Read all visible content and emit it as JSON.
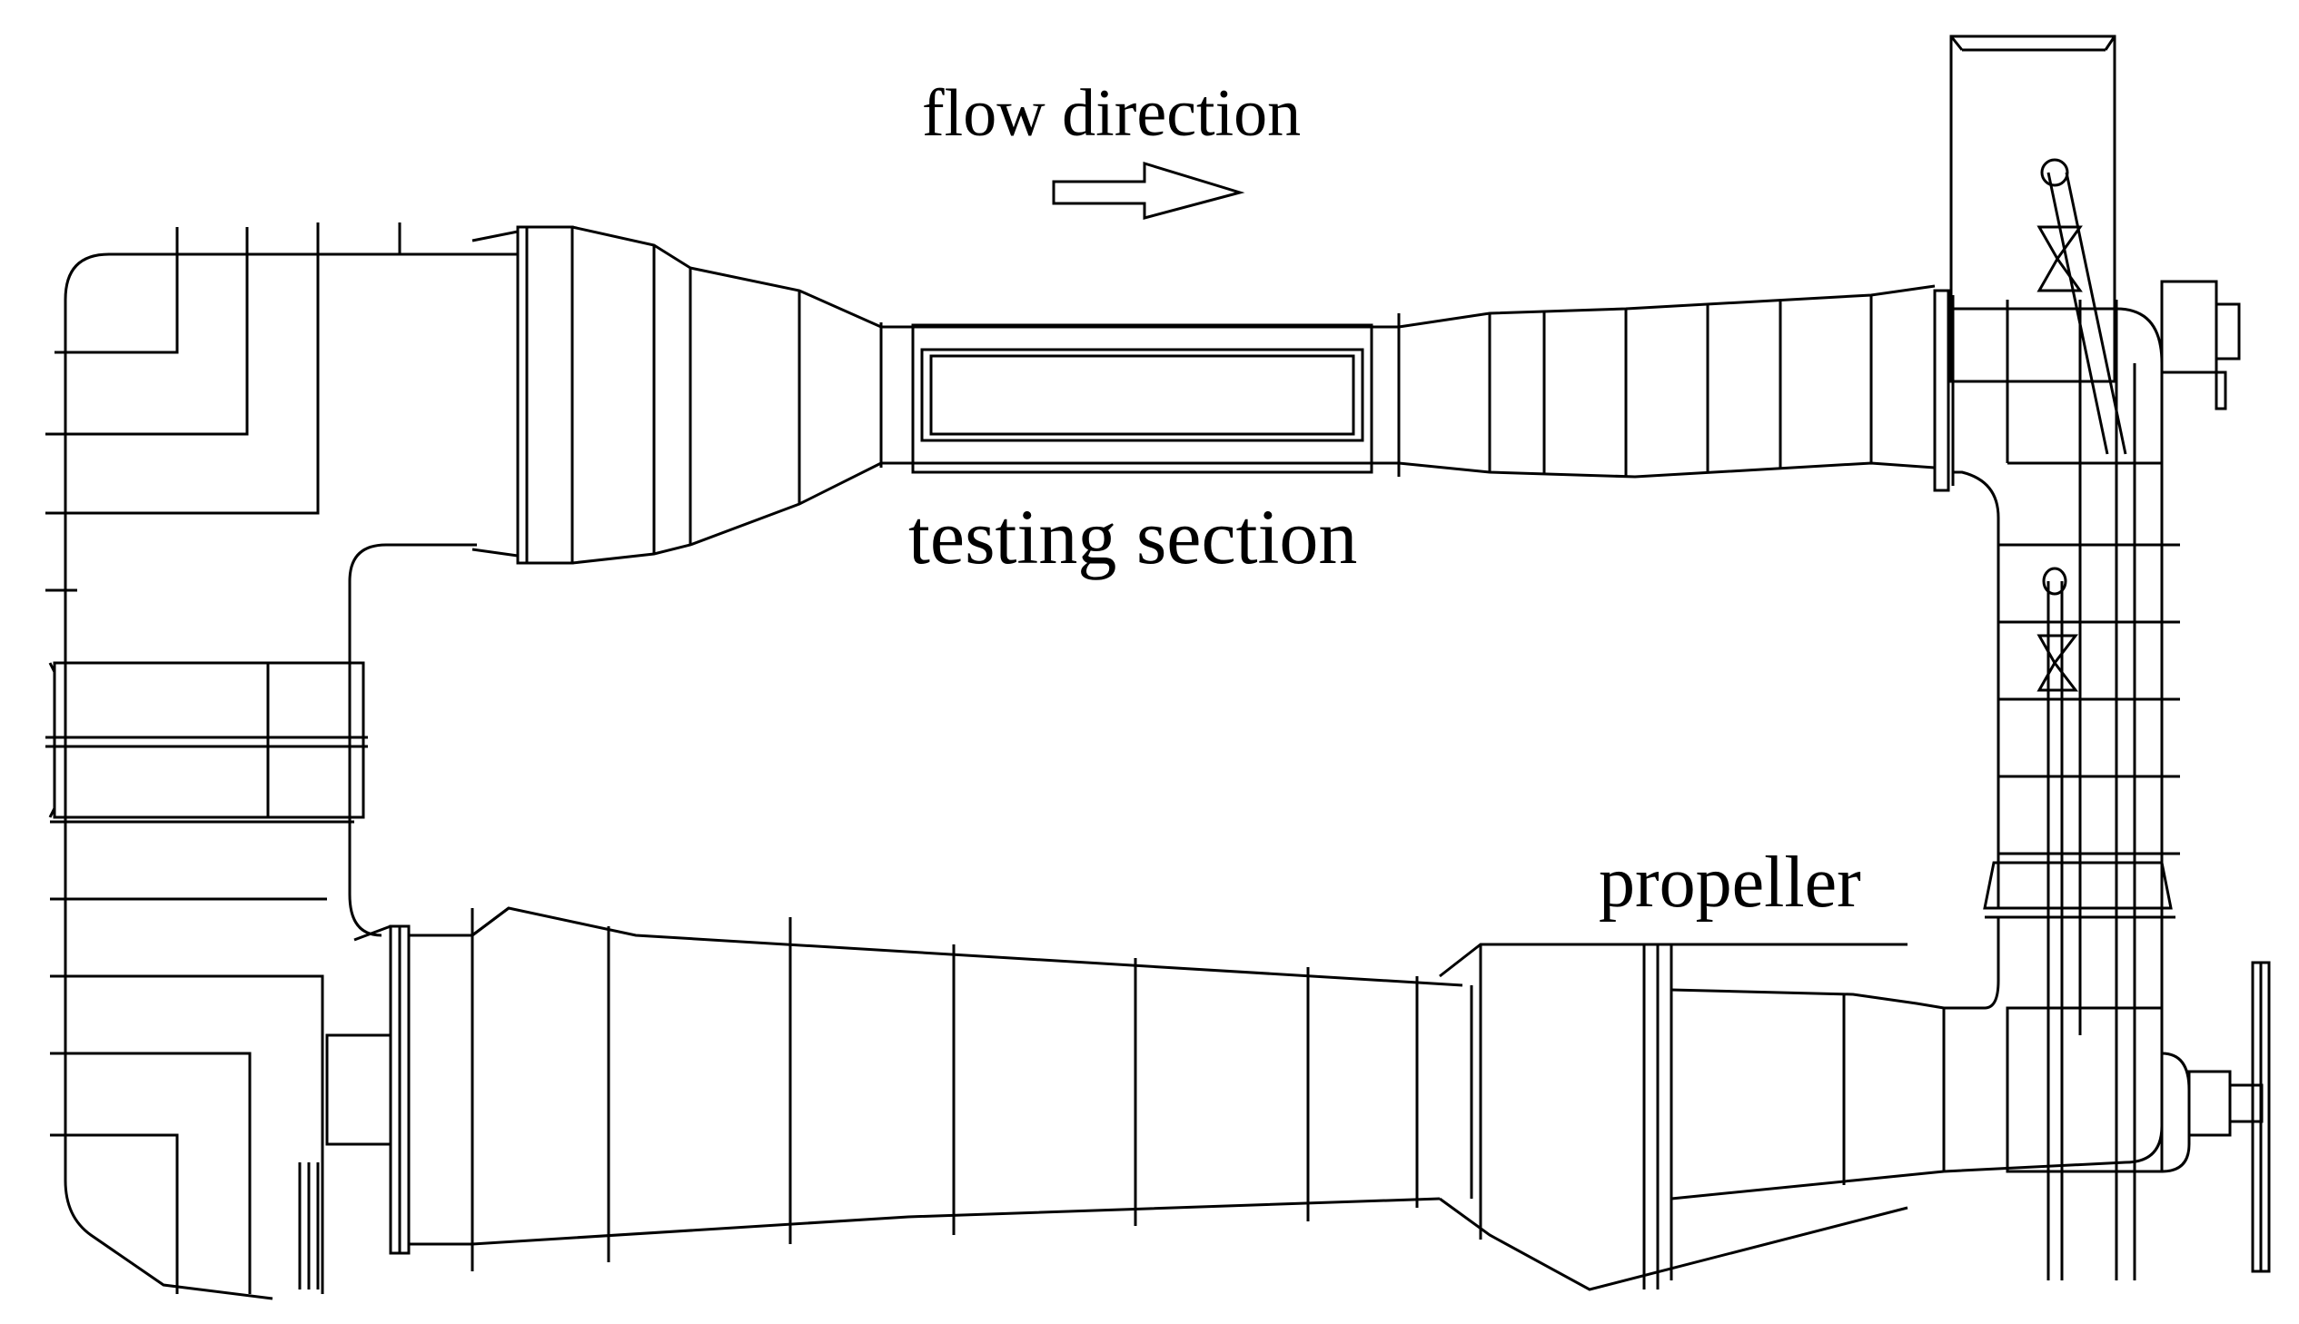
{
  "labels": {
    "flow_direction": "flow direction",
    "testing_section": "testing section",
    "propeller": "propeller"
  },
  "colors": {
    "line": "#000000",
    "background": "#ffffff"
  }
}
